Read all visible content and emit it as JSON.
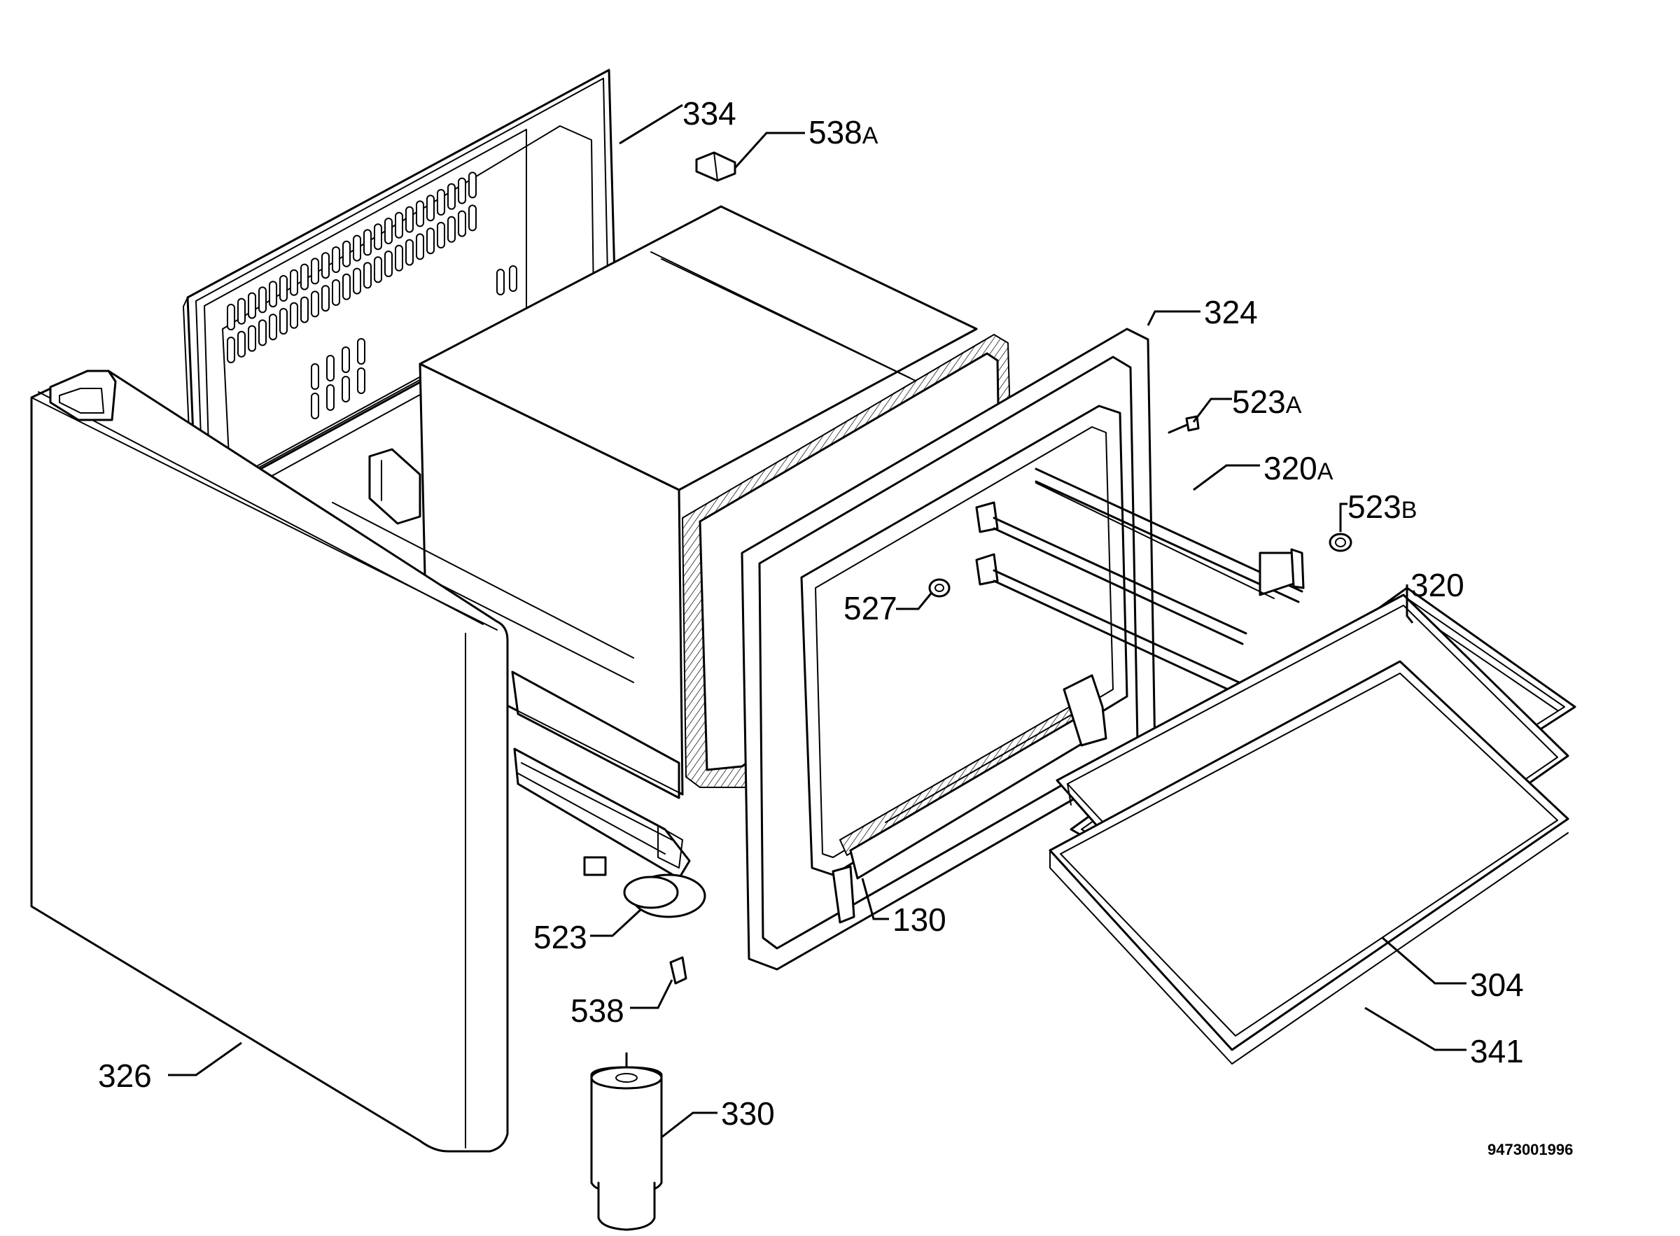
{
  "diagram": {
    "parts": [
      {
        "id": "334",
        "label": "334"
      },
      {
        "id": "538A",
        "label": "538",
        "suffix": "A"
      },
      {
        "id": "324",
        "label": "324"
      },
      {
        "id": "523A",
        "label": "523",
        "suffix": "A"
      },
      {
        "id": "320A",
        "label": "320",
        "suffix": "A"
      },
      {
        "id": "523B",
        "label": "523",
        "suffix": "B"
      },
      {
        "id": "320",
        "label": "320"
      },
      {
        "id": "527",
        "label": "527"
      },
      {
        "id": "130",
        "label": "130"
      },
      {
        "id": "304",
        "label": "304"
      },
      {
        "id": "523",
        "label": "523"
      },
      {
        "id": "538",
        "label": "538"
      },
      {
        "id": "341",
        "label": "341"
      },
      {
        "id": "326",
        "label": "326"
      },
      {
        "id": "330",
        "label": "330"
      }
    ],
    "drawing_code": "9473001996"
  }
}
